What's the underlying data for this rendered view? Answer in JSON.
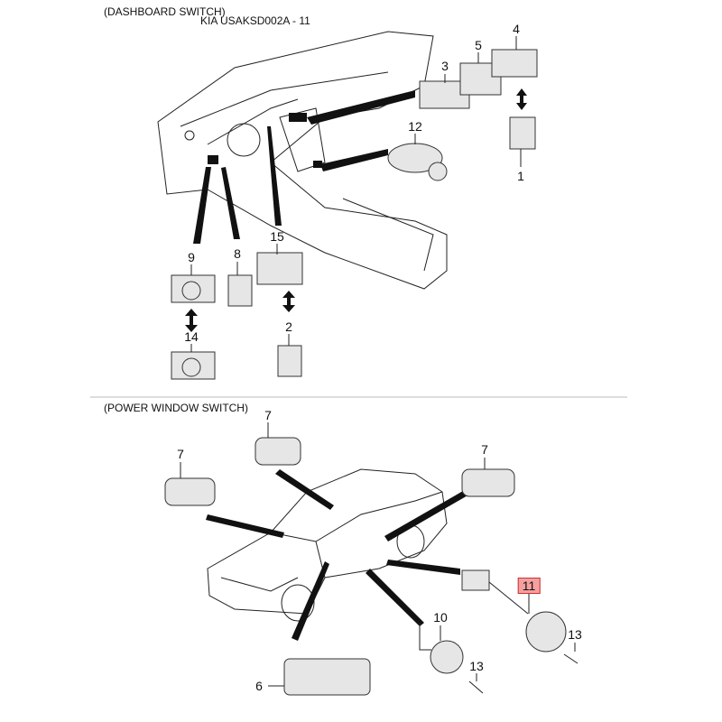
{
  "header": {
    "section1_title": "(DASHBOARD SWITCH)",
    "diagram_code": "KIA USAKSD002A - 11",
    "section2_title": "(POWER WINDOW SWITCH)"
  },
  "dashboard_callouts": [
    "4",
    "5",
    "3",
    "12",
    "1",
    "15",
    "9",
    "8",
    "2",
    "14"
  ],
  "power_window_callouts": [
    "7",
    "7",
    "7",
    "11",
    "10",
    "13",
    "13",
    "6"
  ],
  "highlighted_part": "11",
  "colors": {
    "highlight_fill": "#f4a0a0",
    "highlight_border": "#d03030"
  }
}
